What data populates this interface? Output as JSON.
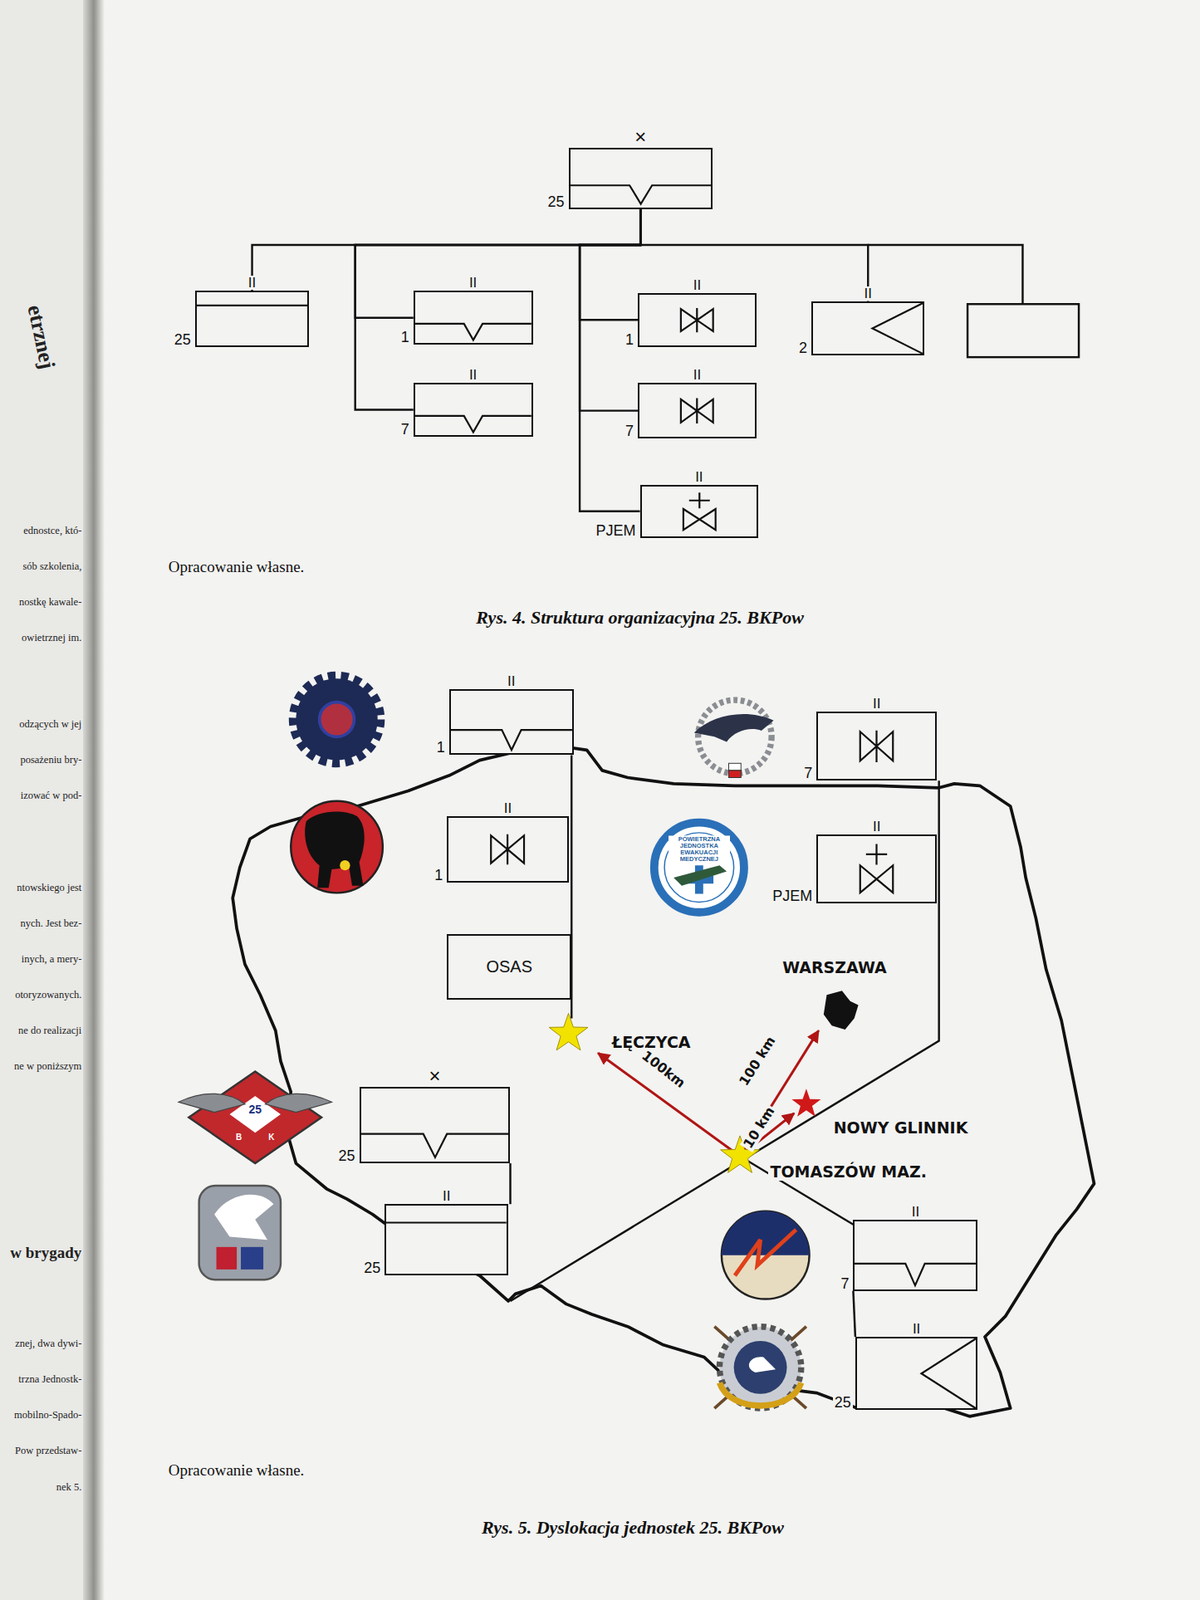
{
  "diagram": {
    "nodes": [
      {
        "text": [
          "×",
          "25"
        ]
      },
      {
        "text": [
          "II",
          "25"
        ]
      },
      {
        "text": [
          "II",
          "1"
        ]
      },
      {
        "text": [
          "II",
          "7"
        ]
      },
      {
        "text": [
          "II",
          "1"
        ]
      },
      {
        "text": [
          "II",
          "7"
        ]
      },
      {
        "text": [
          "II",
          "PJEM"
        ]
      },
      {
        "text": [
          "II",
          "2"
        ]
      },
      {
        "text": [
          "II",
          "1"
        ]
      },
      {
        "text": [
          "II",
          "7"
        ]
      },
      {
        "text": [
          "II",
          "1"
        ]
      },
      {
        "text": [
          "II",
          "PJEM"
        ]
      },
      {
        "text": [
          "OSAS"
        ]
      },
      {
        "text": [
          "×",
          "25"
        ]
      },
      {
        "text": [
          "II",
          "25"
        ]
      },
      {
        "text": [
          "II",
          "7"
        ]
      },
      {
        "text": [
          "II",
          "25"
        ]
      }
    ],
    "edges": [
      {
        "from": 0,
        "to": 1,
        "arrow": "none"
      },
      {
        "from": 0,
        "to": 2,
        "arrow": "none"
      },
      {
        "from": 0,
        "to": 3,
        "arrow": "none"
      },
      {
        "from": 0,
        "to": 4,
        "arrow": "none"
      },
      {
        "from": 0,
        "to": 5,
        "arrow": "none"
      },
      {
        "from": 0,
        "to": 6,
        "arrow": "none"
      },
      {
        "from": 0,
        "to": 7,
        "arrow": "none"
      }
    ],
    "labels": [
      "etrznej",
      "ednostce, któ-",
      "sób szkolenia,",
      "nostkę kawale-",
      "owietrznej im.",
      "odzących w jej",
      "posażeniu bry-",
      "izować w pod-",
      "ntowskiego jest",
      "nych. Jest bez-",
      "inych, a mery-",
      "otoryzowanych.",
      "ne do realizacji",
      "ne w poniższym",
      "w brygady",
      "znej, dwa dywi-",
      "trzna Jednostk-",
      "mobilno-Spado-",
      "Pow przedstaw-",
      "nek 5.",
      "Opracowanie własne.",
      "Rys. 4. Struktura organizacyjna 25. BKPow",
      "Opracowanie własne.",
      "Rys. 5. Dyslokacja jednostek 25. BKPow",
      "ŁĘCZYCA",
      "WARSZAWA",
      "NOWY GLINNIK",
      "TOMASZÓW MAZ.",
      "100km",
      "100 km",
      "10 km",
      "POWIETRZNA JEDNOSTKA EWAKUACJI MEDYCZNEJ",
      "25",
      "B",
      "K"
    ]
  }
}
